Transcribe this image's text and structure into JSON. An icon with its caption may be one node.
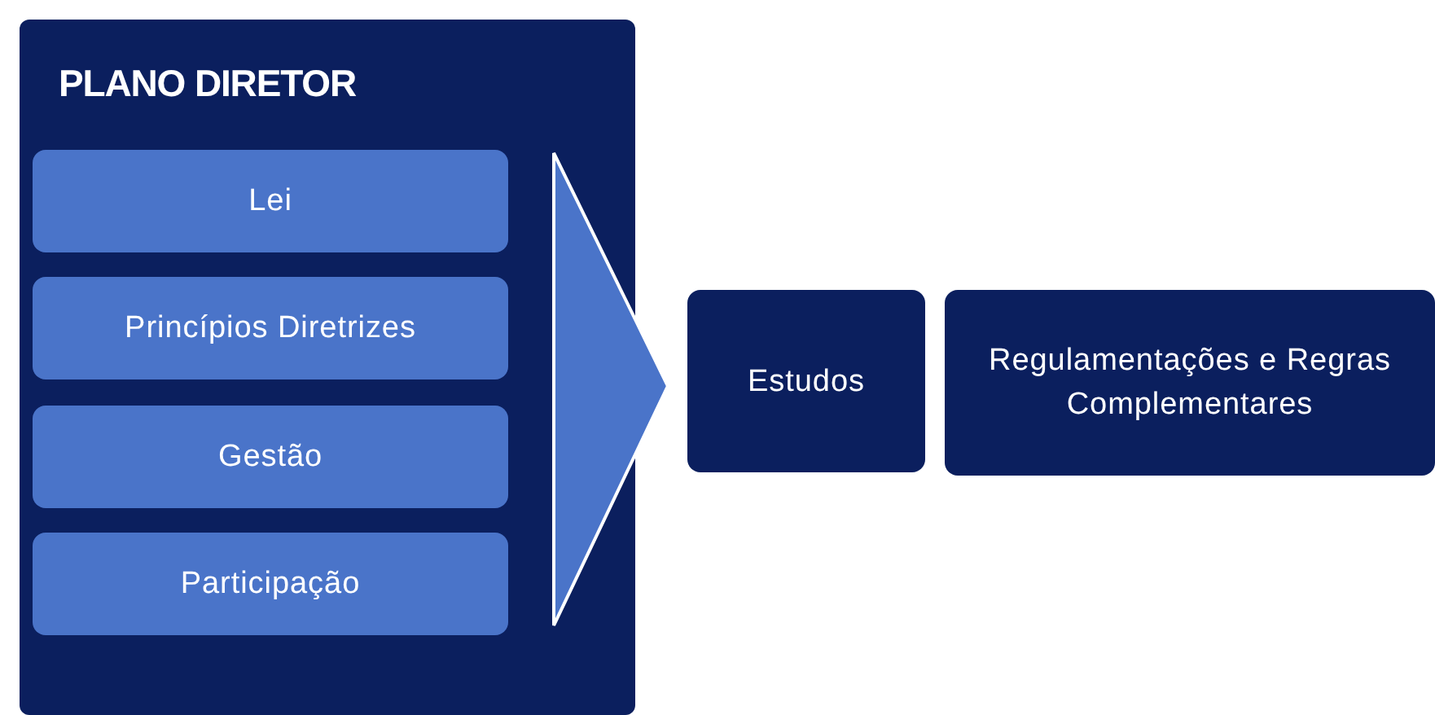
{
  "diagram": {
    "nodes": [
      {
        "text": [
          "PLANO DIRETOR"
        ]
      },
      {
        "text": [
          "Lei"
        ],
        "in": 0
      },
      {
        "text": [
          "Princípios Diretrizes"
        ],
        "in": 0
      },
      {
        "text": [
          "Gestão"
        ],
        "in": 0
      },
      {
        "text": [
          "Participação"
        ],
        "in": 0
      },
      {
        "text": [
          "Estudos"
        ]
      },
      {
        "text": [
          "Regulamentações e Regras Complementares"
        ]
      }
    ],
    "edges": [
      {
        "from": 0,
        "to": 5,
        "arrow": "to"
      }
    ]
  }
}
